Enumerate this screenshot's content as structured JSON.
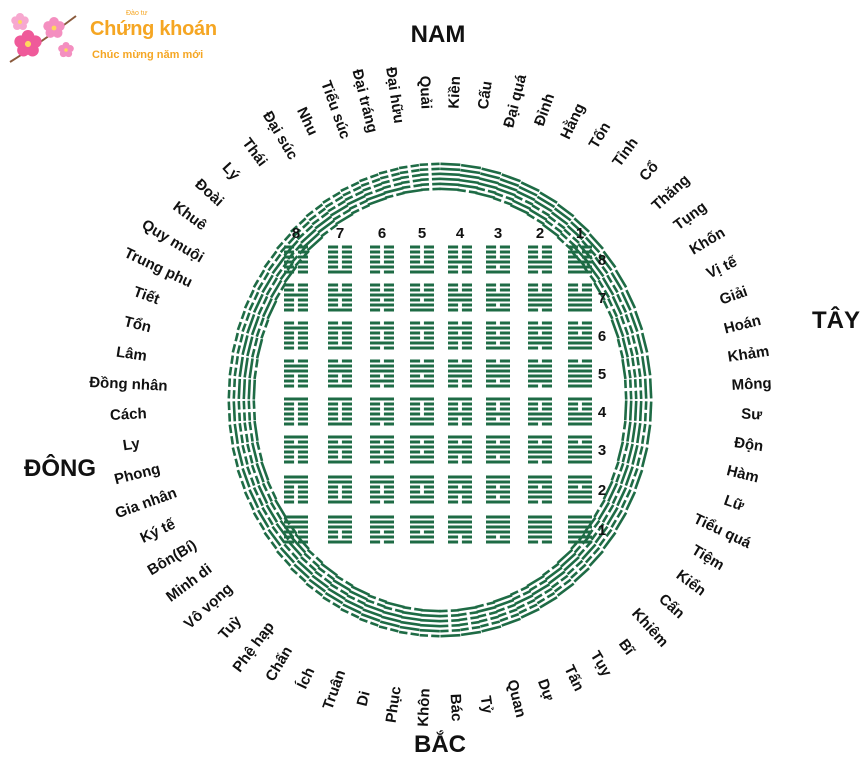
{
  "logo": {
    "small_text": "Đào tư",
    "brand": "Chứng khoán",
    "tagline": "Chúc mừng năm mới"
  },
  "directions": {
    "south": "NAM",
    "west": "TÂY",
    "north": "BẮC",
    "east": "ĐÔNG"
  },
  "colors": {
    "hexagram_green": "#1e6b45",
    "label_text": "#111111",
    "logo_orange": "#f5a623",
    "logo_pink": "#ef5a9a"
  },
  "ring_labels": [
    "Kiền",
    "Cấu",
    "Đại quá",
    "Đỉnh",
    "Hằng",
    "Tốn",
    "Tỉnh",
    "Cổ",
    "Thăng",
    "Tụng",
    "Khốn",
    "Vị tế",
    "Giải",
    "Hoán",
    "Khảm",
    "Mông",
    "Sư",
    "Độn",
    "Hàm",
    "Lữ",
    "Tiểu quá",
    "Tiệm",
    "Kiển",
    "Cấn",
    "Khiêm",
    "Bĩ",
    "Tụy",
    "Tấn",
    "Dự",
    "Quan",
    "Tỷ",
    "Bác",
    "Khôn",
    "Phục",
    "Di",
    "Truân",
    "Ích",
    "Chấn",
    "Phệ hạp",
    "Tuỳ",
    "Vô vọng",
    "Minh di",
    "Bôn(Bí)",
    "Ký tế",
    "Gia nhân",
    "Phong",
    "Ly",
    "Cách",
    "Đồng nhân",
    "Lâm",
    "Tổn",
    "Tiết",
    "Trung phu",
    "Quy muội",
    "Khuê",
    "Đoài",
    "Lý",
    "Thái",
    "Đại súc",
    "Nhu",
    "Tiểu súc",
    "Đại tráng",
    "Đại hữu",
    "Quải"
  ],
  "grid": {
    "column_numbers": [
      "8",
      "7",
      "6",
      "5",
      "4",
      "3",
      "2",
      "1"
    ],
    "row_numbers": [
      "8",
      "7",
      "6",
      "5",
      "4",
      "3",
      "2",
      "1"
    ]
  }
}
